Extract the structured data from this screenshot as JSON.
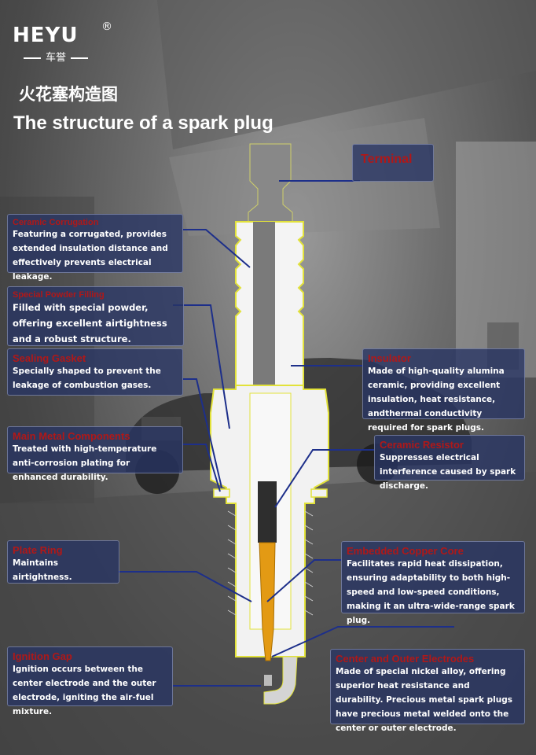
{
  "brand": {
    "name": "HEYU",
    "registered": "®",
    "sub": "车誉"
  },
  "title_cn": "火花塞构造图",
  "title_en": "The structure of a spark plug",
  "labels": {
    "terminal": {
      "title": "Terminal"
    },
    "ceramic_corrugation": {
      "title": "Ceramic Corrugation",
      "desc": "Featuring a corrugated, provides extended insulation distance and effectively prevents electrical leakage."
    },
    "special_powder": {
      "title": "Special Powder Filling",
      "desc": "Filled with special powder, offering excellent airtightness and a robust structure."
    },
    "sealing_gasket": {
      "title": "Sealing Gasket",
      "desc": "Specially shaped to prevent the leakage of combustion gases."
    },
    "main_metal": {
      "title": "Main Metal Components",
      "desc": "Treated with high-temperature anti-corrosion plating for enhanced durability."
    },
    "plate_ring": {
      "title": "Plate Ring",
      "desc": "Maintains airtightness."
    },
    "ignition_gap": {
      "title": "Ignition Gap",
      "desc": "Ignition occurs between the center electrode and the outer electrode, igniting the air-fuel mixture."
    },
    "insulator": {
      "title": "Insulator",
      "desc": "Made of high-quality alumina ceramic, providing excellent insulation, heat resistance, andthermal conductivity required for spark plugs."
    },
    "ceramic_resistor": {
      "title": "Ceramic Resistor",
      "desc": "Suppresses electrical interference caused by spark discharge."
    },
    "copper_core": {
      "title": "Embedded Copper Core",
      "desc": "Facilitates rapid heat dissipation, ensuring adaptability to both high-speed and low-speed conditions, making it an ultra-wide-range spark plug."
    },
    "electrodes": {
      "title": "Center and Outer Electrodes",
      "desc": "Made of special nickel alloy, offering superior heat resistance and durability. Precious metal spark plugs have precious metal welded onto the center or outer electrode."
    }
  }
}
